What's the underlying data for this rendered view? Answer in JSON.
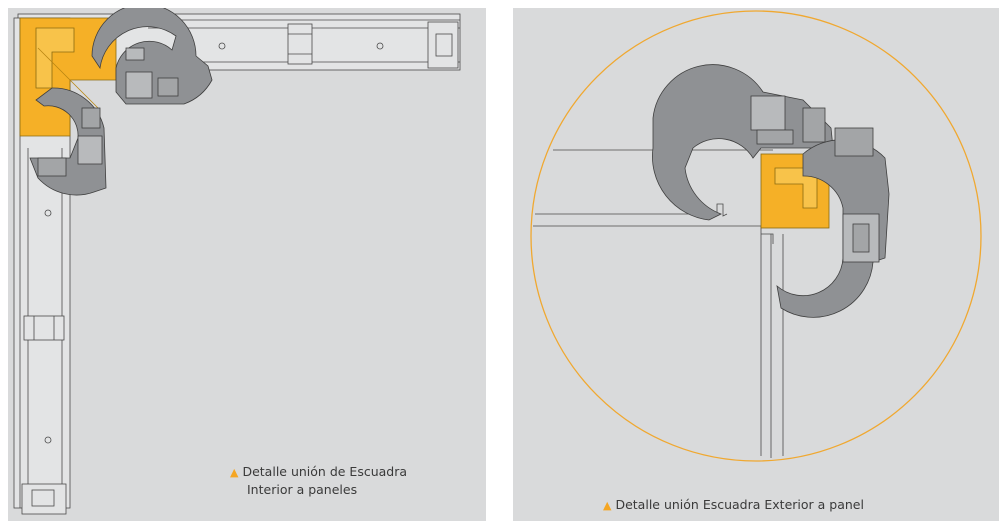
{
  "colors": {
    "background": "#d9dadb",
    "accent_yellow": "#f5b027",
    "clip_gray": "#8f9194",
    "line": "#4a4a4a",
    "detail_circle": "#f0a830"
  },
  "panels": [
    {
      "caption_line1": "Detalle unión de Escuadra",
      "caption_line2": "Interior a paneles",
      "marker": "▲"
    },
    {
      "caption": "Detalle unión Escuadra Exterior a panel",
      "marker": "▲"
    }
  ]
}
